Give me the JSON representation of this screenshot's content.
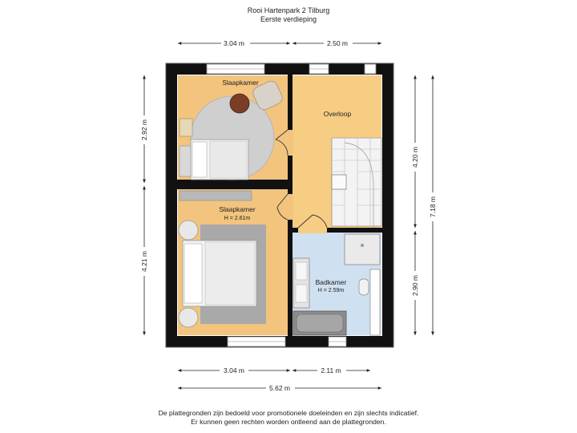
{
  "header": {
    "address": "Rooi Hartenpark 2 Tilburg",
    "floor": "Eerste verdieping"
  },
  "rooms": [
    {
      "name": "Slaapkamer",
      "height": ""
    },
    {
      "name": "Overloop",
      "height": ""
    },
    {
      "name": "Slaapkamer",
      "height": "H = 2.61m"
    },
    {
      "name": "Badkamer",
      "height": "H = 2.59m"
    }
  ],
  "dimensions": {
    "top_left": "3.04 m",
    "top_right": "2.50 m",
    "left_upper": "2.92 m",
    "left_lower": "4.21 m",
    "right_upper": "4.20 m",
    "right_lower": "2.90 m",
    "right_total": "7.18 m",
    "bottom_left": "3.04 m",
    "bottom_right": "2.11 m",
    "bottom_total": "5.62 m"
  },
  "disclaimer": {
    "line1": "De plattegronden zijn bedoeld voor promotionele doeleinden en zijn slechts indicatief.",
    "line2": "Er kunnen geen rechten worden ontleend aan de plattegronden."
  },
  "colors": {
    "bedroom_floor": "#f2c47e",
    "landing_floor": "#f7cd84",
    "bathroom_floor": "#cfe0f0",
    "wall": "#111111"
  }
}
